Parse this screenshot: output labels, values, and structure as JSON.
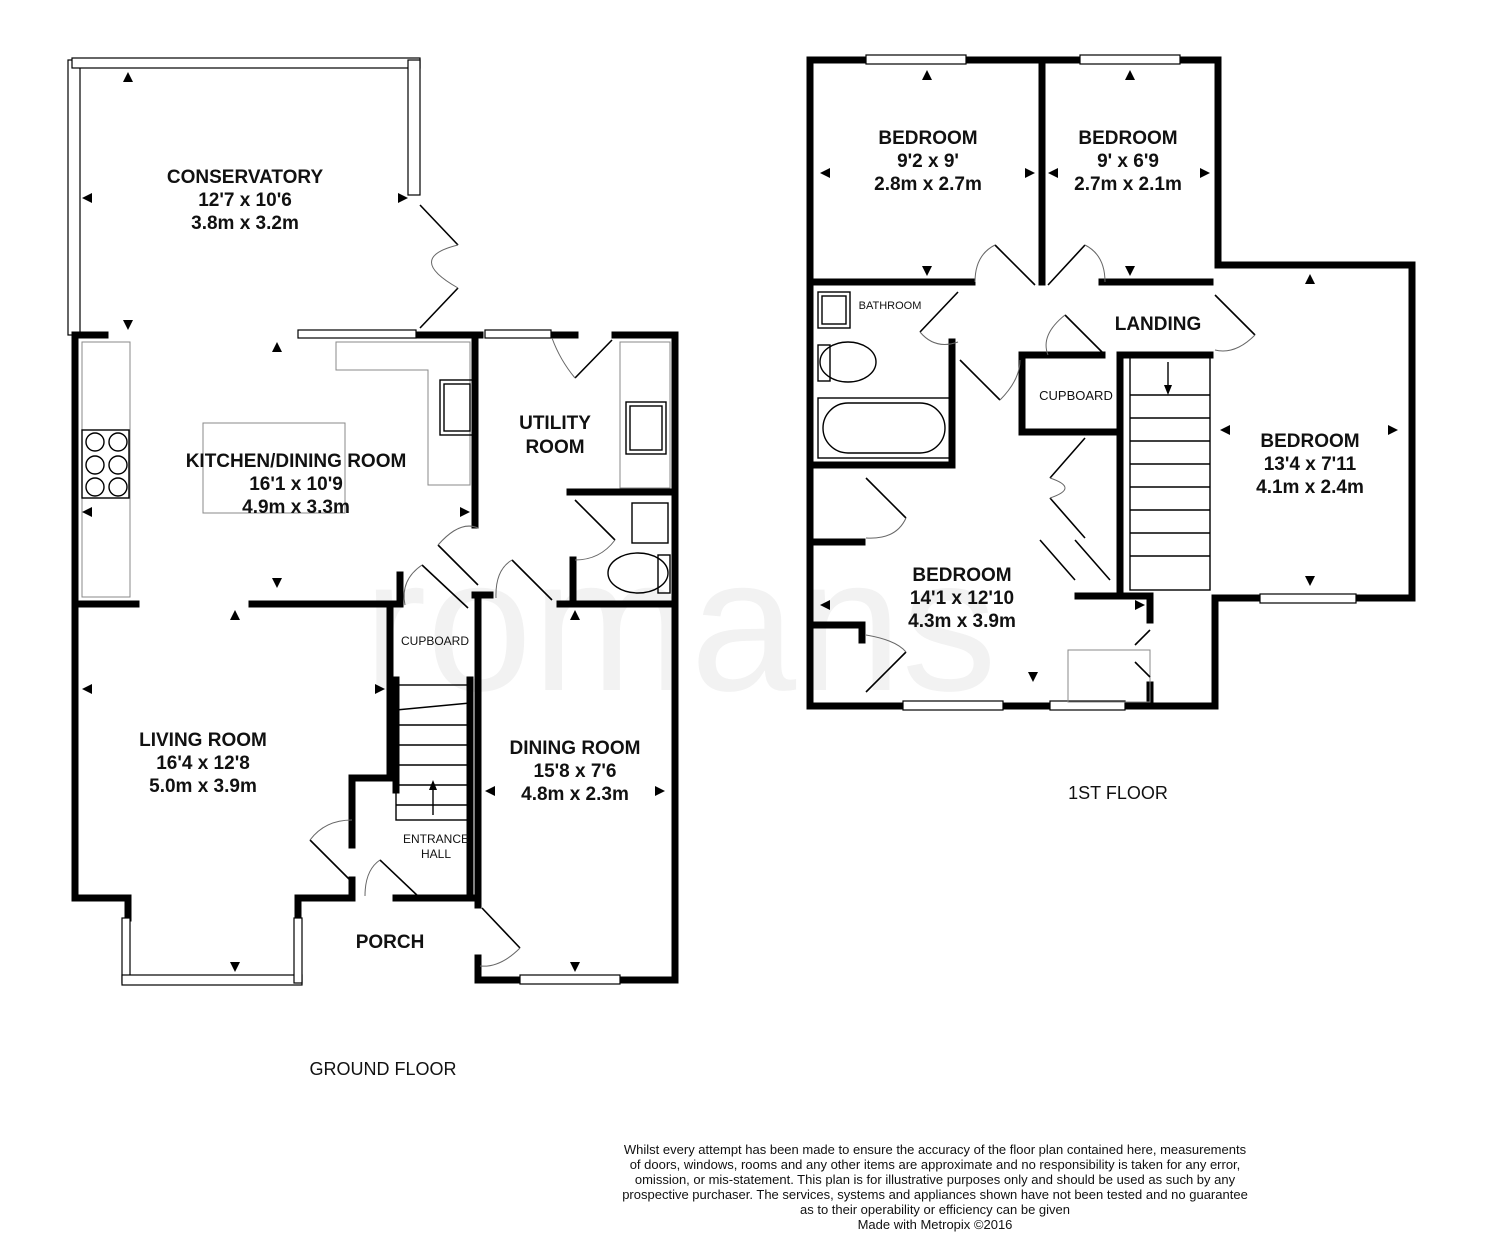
{
  "watermark": "romans",
  "ground_floor": {
    "label": "GROUND FLOOR",
    "rooms": [
      {
        "name": "CONSERVATORY",
        "imperial": "12'7 x 10'6",
        "metric": "3.8m x 3.2m"
      },
      {
        "name": "KITCHEN/DINING ROOM",
        "imperial": "16'1 x 10'9",
        "metric": "4.9m x 3.3m"
      },
      {
        "name_line1": "UTILITY",
        "name_line2": "ROOM"
      },
      {
        "name": "LIVING ROOM",
        "imperial": "16'4 x 12'8",
        "metric": "5.0m x 3.9m"
      },
      {
        "name": "DINING ROOM",
        "imperial": "15'8 x 7'6",
        "metric": "4.8m x 2.3m"
      },
      {
        "name": "CUPBOARD"
      },
      {
        "name_line1": "ENTRANCE",
        "name_line2": "HALL"
      },
      {
        "name": "PORCH"
      }
    ]
  },
  "first_floor": {
    "label": "1ST FLOOR",
    "rooms": [
      {
        "name": "BEDROOM",
        "imperial": "9'2 x 9'",
        "metric": "2.8m x 2.7m"
      },
      {
        "name": "BEDROOM",
        "imperial": "9' x 6'9",
        "metric": "2.7m x 2.1m"
      },
      {
        "name": "BATHROOM"
      },
      {
        "name": "LANDING"
      },
      {
        "name": "CUPBOARD"
      },
      {
        "name": "BEDROOM",
        "imperial": "13'4 x 7'11",
        "metric": "4.1m x 2.4m"
      },
      {
        "name": "BEDROOM",
        "imperial": "14'1 x 12'10",
        "metric": "4.3m x 3.9m"
      }
    ]
  },
  "disclaimer": {
    "lines": [
      "Whilst every attempt has been made to ensure the accuracy of the floor plan contained here, measurements",
      "of doors, windows, rooms and any other items are approximate and no responsibility is taken for any error,",
      "omission, or mis-statement. This plan is for illustrative purposes only and should be used as such by any",
      "prospective purchaser. The services, systems and appliances shown have not been tested and no guarantee",
      "as to their operability or efficiency can be given"
    ],
    "credit": "Made with Metropix ©2016"
  }
}
